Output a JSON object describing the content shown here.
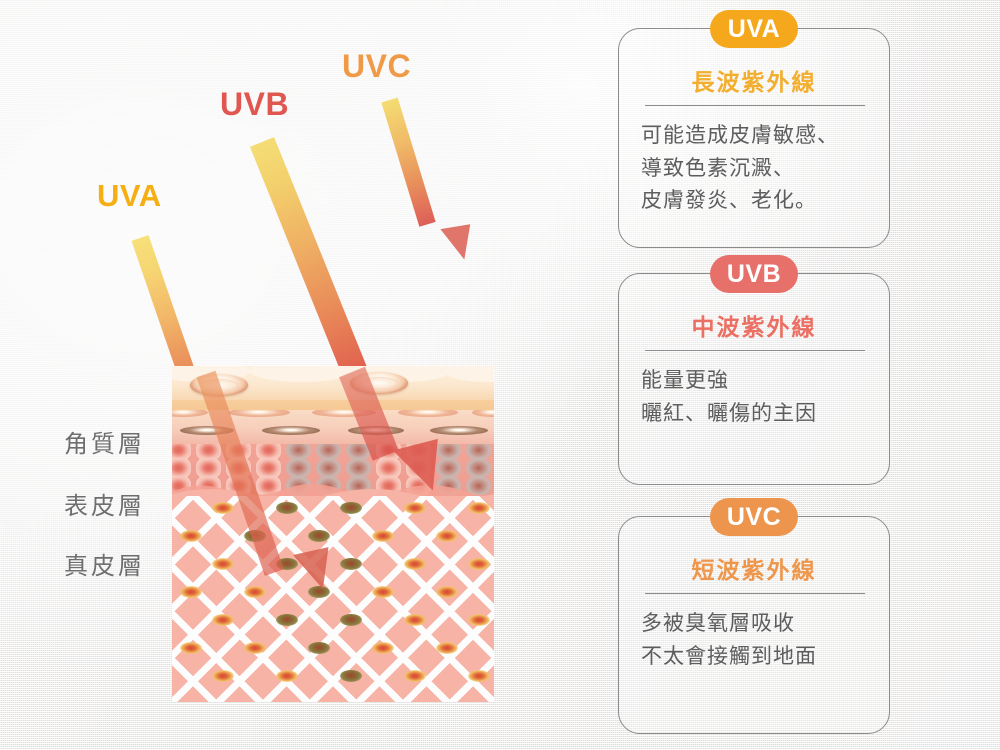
{
  "diagram": {
    "title_alt": "UV radiation penetration into skin",
    "rays": [
      {
        "id": "uva",
        "label": "UVA",
        "color": "#F5AF14"
      },
      {
        "id": "uvb",
        "label": "UVB",
        "color": "#E0574F"
      },
      {
        "id": "uvc",
        "label": "UVC",
        "color": "#EF9A47"
      }
    ],
    "skin_layers": [
      {
        "id": "corneum",
        "label": "角質層"
      },
      {
        "id": "epidermis",
        "label": "表皮層"
      },
      {
        "id": "dermis",
        "label": "真皮層"
      }
    ]
  },
  "cards": [
    {
      "badge": "UVA",
      "badge_color": "#F5A81C",
      "title": "長波紫外線",
      "title_color": "#F2AE2E",
      "lines": [
        "可能造成皮膚敏感、",
        "導致色素沉澱、",
        "皮膚發炎、老化。"
      ]
    },
    {
      "badge": "UVB",
      "badge_color": "#E8706A",
      "title": "中波紫外線",
      "title_color": "#EC6F63",
      "lines": [
        "能量更強",
        "曬紅、曬傷的主因"
      ]
    },
    {
      "badge": "UVC",
      "badge_color": "#EE954D",
      "title": "短波紫外線",
      "title_color": "#EE974C",
      "lines": [
        "多被臭氧層吸收",
        "不太會接觸到地面"
      ]
    }
  ]
}
